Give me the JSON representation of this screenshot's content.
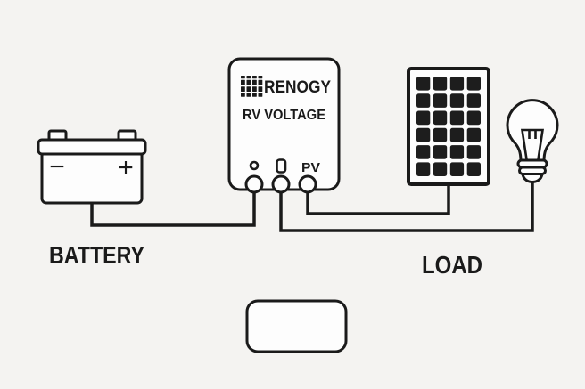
{
  "colors": {
    "background": "#f4f3f1",
    "ink": "#1a1a1a",
    "fill": "#fdfdfd",
    "cell_fill": "#1d1d1d"
  },
  "labels": {
    "battery": "BATTERY",
    "load": "LOAD"
  },
  "controller": {
    "brand": "RENOGY",
    "model": "RV VOLTAGE",
    "pv_label": "PV",
    "terminal_count": 3
  },
  "battery": {
    "negative": "−",
    "positive": "+"
  },
  "solar_panel": {
    "rows": 6,
    "cols": 4
  },
  "icons": {
    "logo": "renogy-grid-icon",
    "indicator": "led-indicator-icon",
    "port": "usb-port-icon",
    "bulb": "light-bulb-icon"
  }
}
